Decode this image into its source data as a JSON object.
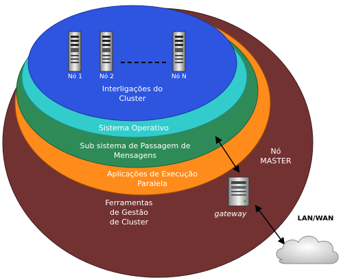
{
  "nodes": {
    "n1": "Nó 1",
    "n2": "Nó 2",
    "nN": "Nó N"
  },
  "layers": {
    "interconnect": [
      "Interligações do",
      "Cluster"
    ],
    "os": "Sistema Operativo",
    "messaging": [
      "Sub sistema de Passagem de",
      "Mensagens"
    ],
    "parallel_apps": [
      "Aplicações de Execução",
      "Paralela"
    ],
    "management": [
      "Ferramentas",
      "de Gestão",
      "de Cluster"
    ]
  },
  "master": [
    "Nó",
    "MASTER"
  ],
  "gateway": "gateway",
  "network": "LAN/WAN",
  "colors": {
    "outer": "#733232",
    "orange": "#ff8c1a",
    "green": "#2e8b57",
    "cyan": "#33cccc",
    "blue": "#2d55e0"
  }
}
